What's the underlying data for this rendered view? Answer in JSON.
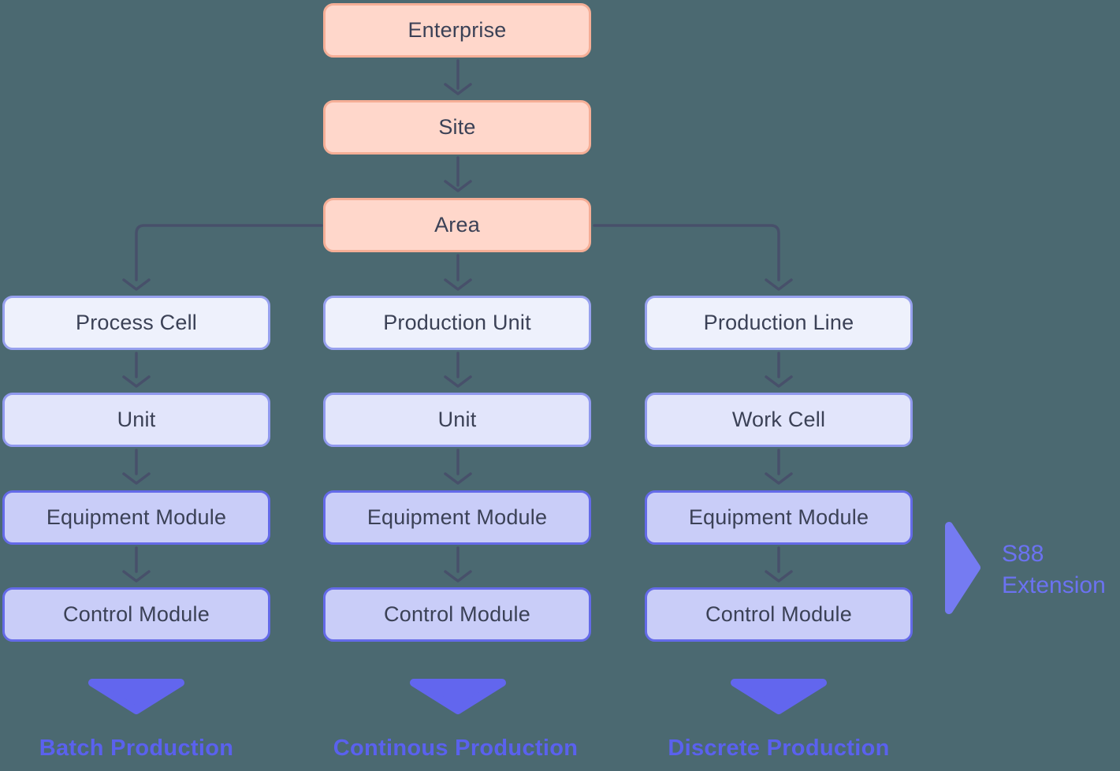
{
  "background_color": "#4b6971",
  "palette": {
    "root_box_fill": "#ffd7cb",
    "root_box_border": "#f5ae96",
    "tier1_fill": "#eef1fc",
    "tier1_border": "#97a1ee",
    "tier2_fill": "#e2e5fb",
    "tier2_border": "#9099ee",
    "tier3_fill": "#c9cdf8",
    "tier3_border": "#646ae8",
    "connector_color": "#47506a",
    "accent_purple": "#6266ee",
    "extension_arrow_purple": "#757bf2",
    "box_text_color": "#3b4156",
    "footer_text_color": "#5a61ee"
  },
  "root_chain": [
    {
      "label": "Enterprise"
    },
    {
      "label": "Site"
    },
    {
      "label": "Area"
    }
  ],
  "columns": [
    {
      "boxes": [
        {
          "label": "Process Cell"
        },
        {
          "label": "Unit"
        },
        {
          "label": "Equipment Module"
        },
        {
          "label": "Control Module"
        }
      ],
      "footer": "Batch Production"
    },
    {
      "boxes": [
        {
          "label": "Production Unit"
        },
        {
          "label": "Unit"
        },
        {
          "label": "Equipment Module"
        },
        {
          "label": "Control Module"
        }
      ],
      "footer": "Continous Production"
    },
    {
      "boxes": [
        {
          "label": "Production Line"
        },
        {
          "label": "Work Cell"
        },
        {
          "label": "Equipment Module"
        },
        {
          "label": "Control Module"
        }
      ],
      "footer": "Discrete Production"
    }
  ],
  "extension_label": {
    "line1": "S88",
    "line2": "Extension"
  }
}
